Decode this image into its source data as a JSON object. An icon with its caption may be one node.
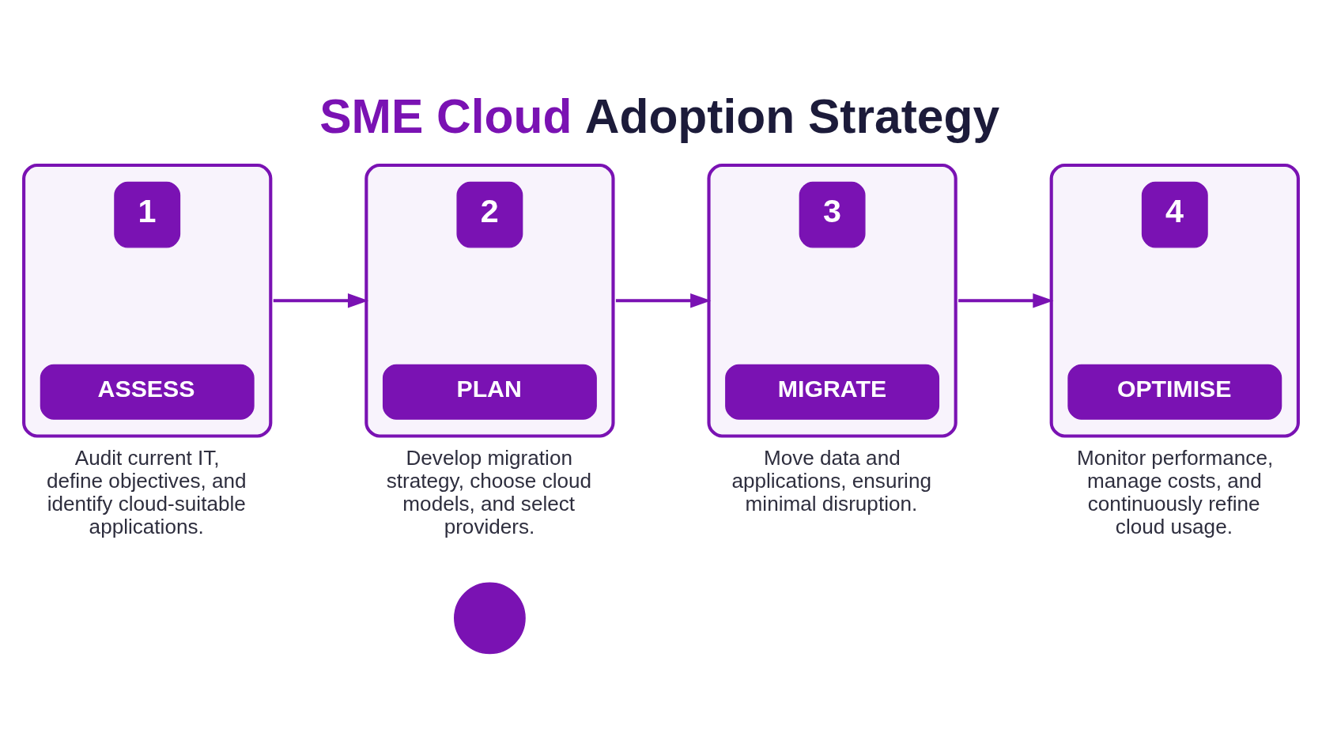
{
  "diagram": {
    "title": "SME Cloud Adoption Strategy",
    "nodes": [
      {
        "text": [
          "1",
          "ASSESS"
        ],
        "beside": [
          "Audit current IT, define objectives, and identify cloud-suitable applications."
        ]
      },
      {
        "text": [
          "2",
          "PLAN"
        ],
        "beside": [
          "Develop migration strategy, choose cloud models, and select providers."
        ]
      },
      {
        "text": [
          "3",
          "MIGRATE"
        ],
        "beside": [
          "Move data and applications, ensuring minimal disruption."
        ]
      },
      {
        "text": [
          "4",
          "OPTIMISE"
        ],
        "beside": [
          "Monitor performance, manage costs, and continuously refine cloud usage."
        ]
      },
      {
        "text": [],
        "shape": "circle"
      }
    ],
    "edges": [
      {
        "from": 0,
        "to": 1,
        "arrow": "to"
      },
      {
        "from": 1,
        "to": 2,
        "arrow": "to"
      },
      {
        "from": 2,
        "to": 3,
        "arrow": "to"
      }
    ]
  }
}
